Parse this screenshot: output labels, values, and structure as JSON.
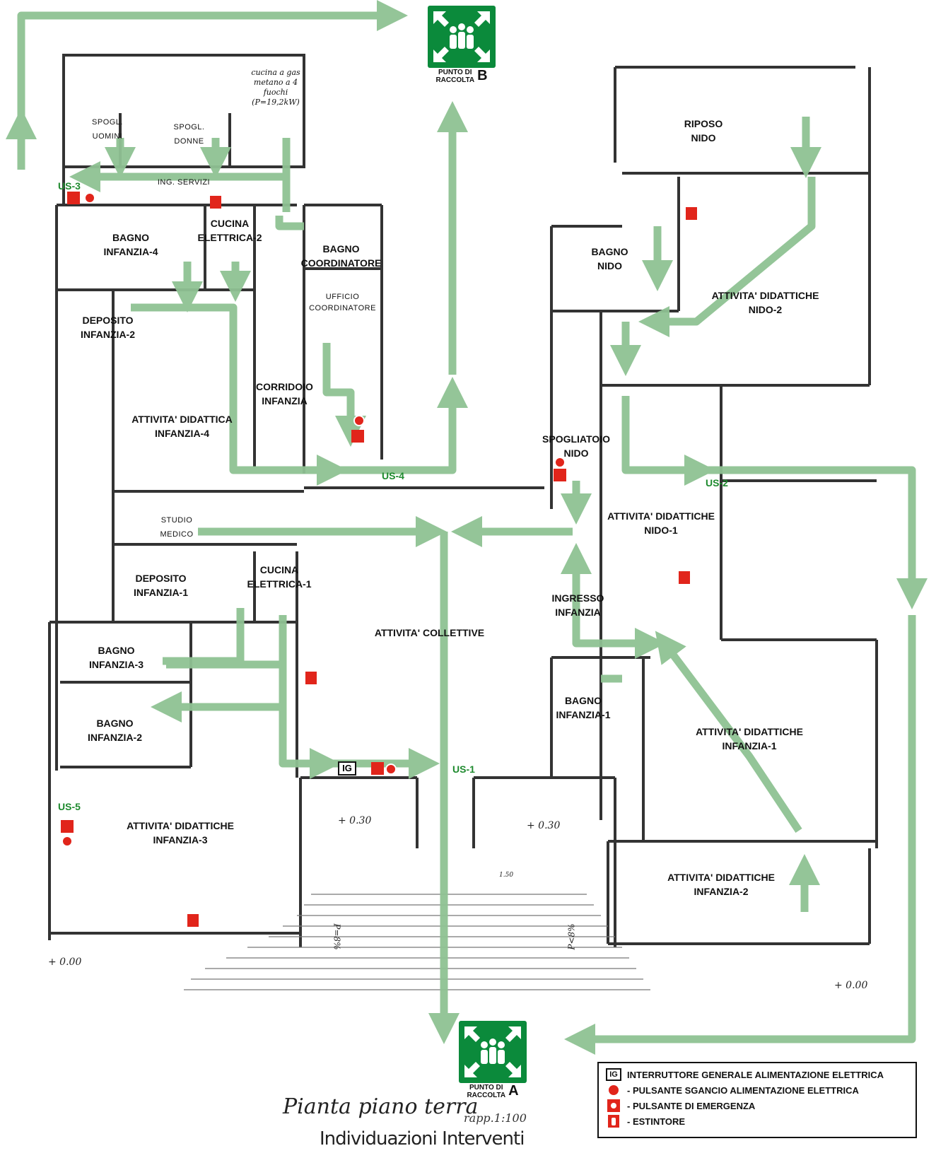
{
  "rooms": [
    {
      "id": "spogl-uomini",
      "text": "SPOGL. UOMINI"
    },
    {
      "id": "spogl-donne",
      "text": "SPOGL. DONNE"
    },
    {
      "id": "ing-servizi",
      "text": "ING. SERVIZI"
    },
    {
      "id": "bagno-infanzia-4",
      "text": "BAGNO\nINFANZIA-4"
    },
    {
      "id": "cucina-elettrica-2",
      "text": "CUCINA\nELETTRICA-2"
    },
    {
      "id": "bagno-coordinatore",
      "text": "BAGNO\nCOORDINATORE"
    },
    {
      "id": "ufficio-coordinatore",
      "text": "UFFICIO\nCOORDINATORE"
    },
    {
      "id": "deposito-infanzia-2",
      "text": "DEPOSITO\nINFANZIA-2"
    },
    {
      "id": "corridoio-infanzia",
      "text": "CORRIDOIO\nINFANZIA"
    },
    {
      "id": "attivita-didattica-infanzia-4",
      "text": "ATTIVITA' DIDATTICA\nINFANZIA-4"
    },
    {
      "id": "studio-medico",
      "text": "STUDIO MEDICO"
    },
    {
      "id": "deposito-infanzia-1",
      "text": "DEPOSITO\nINFANZIA-1"
    },
    {
      "id": "cucina-elettrica-1",
      "text": "CUCINA\nELETTRICA-1"
    },
    {
      "id": "bagno-infanzia-3",
      "text": "BAGNO\nINFANZIA-3"
    },
    {
      "id": "bagno-infanzia-2",
      "text": "BAGNO\nINFANZIA-2"
    },
    {
      "id": "attivita-collettive",
      "text": "ATTIVITA' COLLETTIVE"
    },
    {
      "id": "attivita-didattiche-infanzia-3",
      "text": "ATTIVITA' DIDATTICHE\nINFANZIA-3"
    },
    {
      "id": "riposo-nido",
      "text": "RIPOSO\nNIDO"
    },
    {
      "id": "bagno-nido",
      "text": "BAGNO\nNIDO"
    },
    {
      "id": "attivita-didattiche-nido-2",
      "text": "ATTIVITA' DIDATTICHE\nNIDO-2"
    },
    {
      "id": "spogliatoio-nido",
      "text": "SPOGLIATOIO\nNIDO"
    },
    {
      "id": "attivita-didattiche-nido-1",
      "text": "ATTIVITA' DIDATTICHE\nNIDO-1"
    },
    {
      "id": "ingresso-infanzia",
      "text": "INGRESSO\nINFANZIA"
    },
    {
      "id": "bagno-infanzia-1",
      "text": "BAGNO\nINFANZIA-1"
    },
    {
      "id": "attivita-didattiche-infanzia-1",
      "text": "ATTIVITA' DIDATTICHE\nINFANZIA-1"
    },
    {
      "id": "attivita-didattiche-infanzia-2",
      "text": "ATTIVITA' DIDATTICHE\nINFANZIA-2"
    }
  ],
  "kitchen_note": "cucina\na gas metano\na 4 fuochi\n(P=19,2kW)",
  "exits": [
    "US-1",
    "US-2",
    "US-3",
    "US-4",
    "US-5"
  ],
  "levels": [
    "+ 0.30",
    "+ 0.30",
    "+ 0.00",
    "+ 0.00"
  ],
  "slope_labels": [
    "P=8%",
    "P<8%"
  ],
  "dimension_label": "1.50",
  "assembly_points": [
    {
      "id": "A",
      "label": "PUNTO DI\nRACCOLTA",
      "letter": "A"
    },
    {
      "id": "B",
      "label": "PUNTO DI\nRACCOLTA",
      "letter": "B"
    }
  ],
  "legend": [
    {
      "symbol": "IG",
      "text": "INTERRUTTORE GENERALE ALIMENTAZIONE ELETTRICA"
    },
    {
      "symbol": "red-dot",
      "text": "- PULSANTE SGANCIO ALIMENTAZIONE ELETTRICA"
    },
    {
      "symbol": "emergency-button",
      "text": "- PULSANTE DI EMERGENZA"
    },
    {
      "symbol": "extinguisher",
      "text": "- ESTINTORE"
    }
  ],
  "ig_label": "IG",
  "drawing_title": "Pianta piano terra",
  "scale": "rapp.1:100",
  "subtitle": "Individuazioni Interventi",
  "colors": {
    "route": "#8fc293",
    "exit_text": "#1e8a2e",
    "assembly_sign": "#0b8a3b",
    "symbol_red": "#e1251b",
    "wall": "#333333"
  }
}
